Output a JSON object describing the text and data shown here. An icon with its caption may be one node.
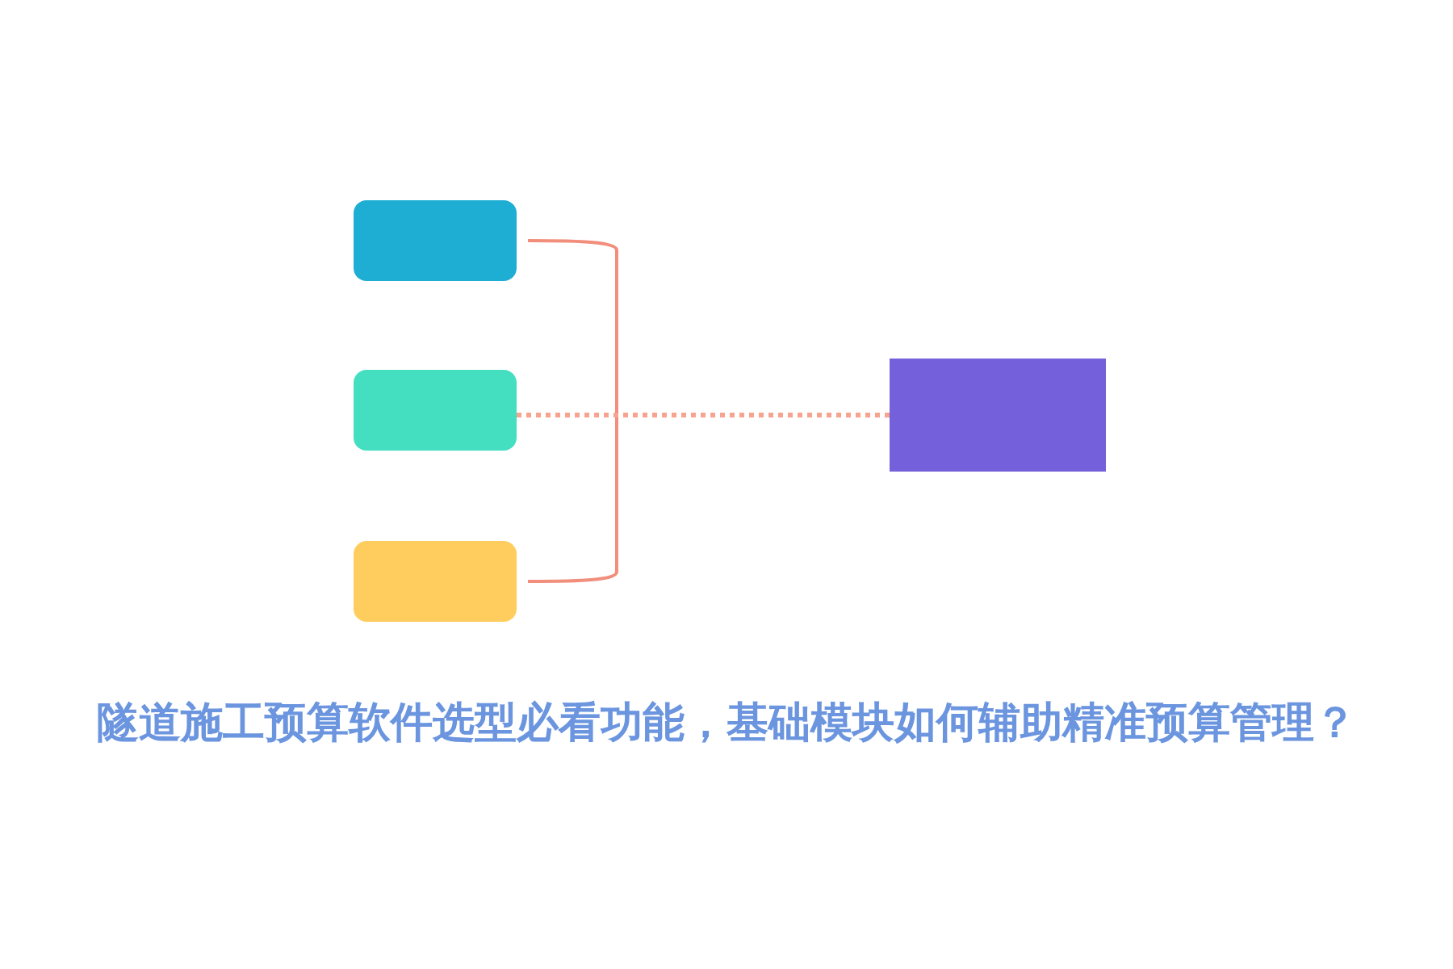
{
  "diagram": {
    "title": "隧道施工预算软件选型必看功能，基础模块如何辅助精准预算管理？",
    "nodes": [
      {
        "text": [],
        "shape": "box"
      },
      {
        "text": [],
        "shape": "box"
      },
      {
        "text": [],
        "shape": "box"
      },
      {
        "text": [],
        "shape": "box"
      }
    ],
    "edges": [
      {
        "from": 0,
        "to": 2,
        "arrow": "none",
        "color": "#f28e7c"
      },
      {
        "from": 1,
        "to": 3,
        "arrow": "none",
        "style": "dashed",
        "color": "#f6a48f"
      }
    ]
  }
}
